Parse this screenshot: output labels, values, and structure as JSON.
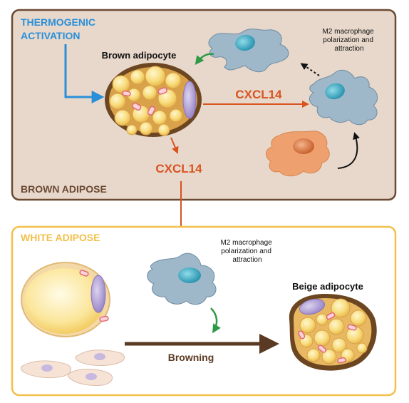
{
  "brown_panel": {
    "label": "BROWN ADIPOSE",
    "trigger": "THERMOGENIC ACTIVATION",
    "trigger_lines": [
      "THERMOGENIC",
      "ACTIVATION"
    ],
    "cell_label": "Brown adipocyte",
    "signal_right": "CXCL14",
    "signal_down": "CXCL14",
    "macrophage_note": "M2 macrophage polarization and attraction",
    "macrophage_note_lines": [
      "M2 macrophage",
      "polarization and",
      "attraction"
    ]
  },
  "white_panel": {
    "label": "WHITE ADIPOSE",
    "macrophage_note": "M2 macrophage polarization and attraction",
    "macrophage_note_lines": [
      "M2 macrophage",
      "polarization and",
      "attraction"
    ],
    "process_label": "Browning",
    "result_label": "Beige adipocyte"
  },
  "colors": {
    "brown_panel_bg": "#e8d8cb",
    "brown_panel_border": "#6b4a33",
    "white_panel_border": "#f2c04b",
    "white_panel_label": "#f2c04b",
    "thermogenic_blue": "#2a8fd8",
    "cxcl14_orange": "#d8531f",
    "green_arrow": "#2d9b45",
    "browning_arrow": "#5a3a22",
    "macrophage": "#9fb8c9",
    "macrophage_nucleus": "#3aa7c0",
    "monocyte": "#eea16e",
    "monocyte_nucleus": "#d7703b",
    "fat_yellow": "#f7d66d",
    "cell_border_dark": "#6b4620",
    "mitochondria": "#e06a78",
    "nucleus_purple": "#b6a6d6"
  }
}
